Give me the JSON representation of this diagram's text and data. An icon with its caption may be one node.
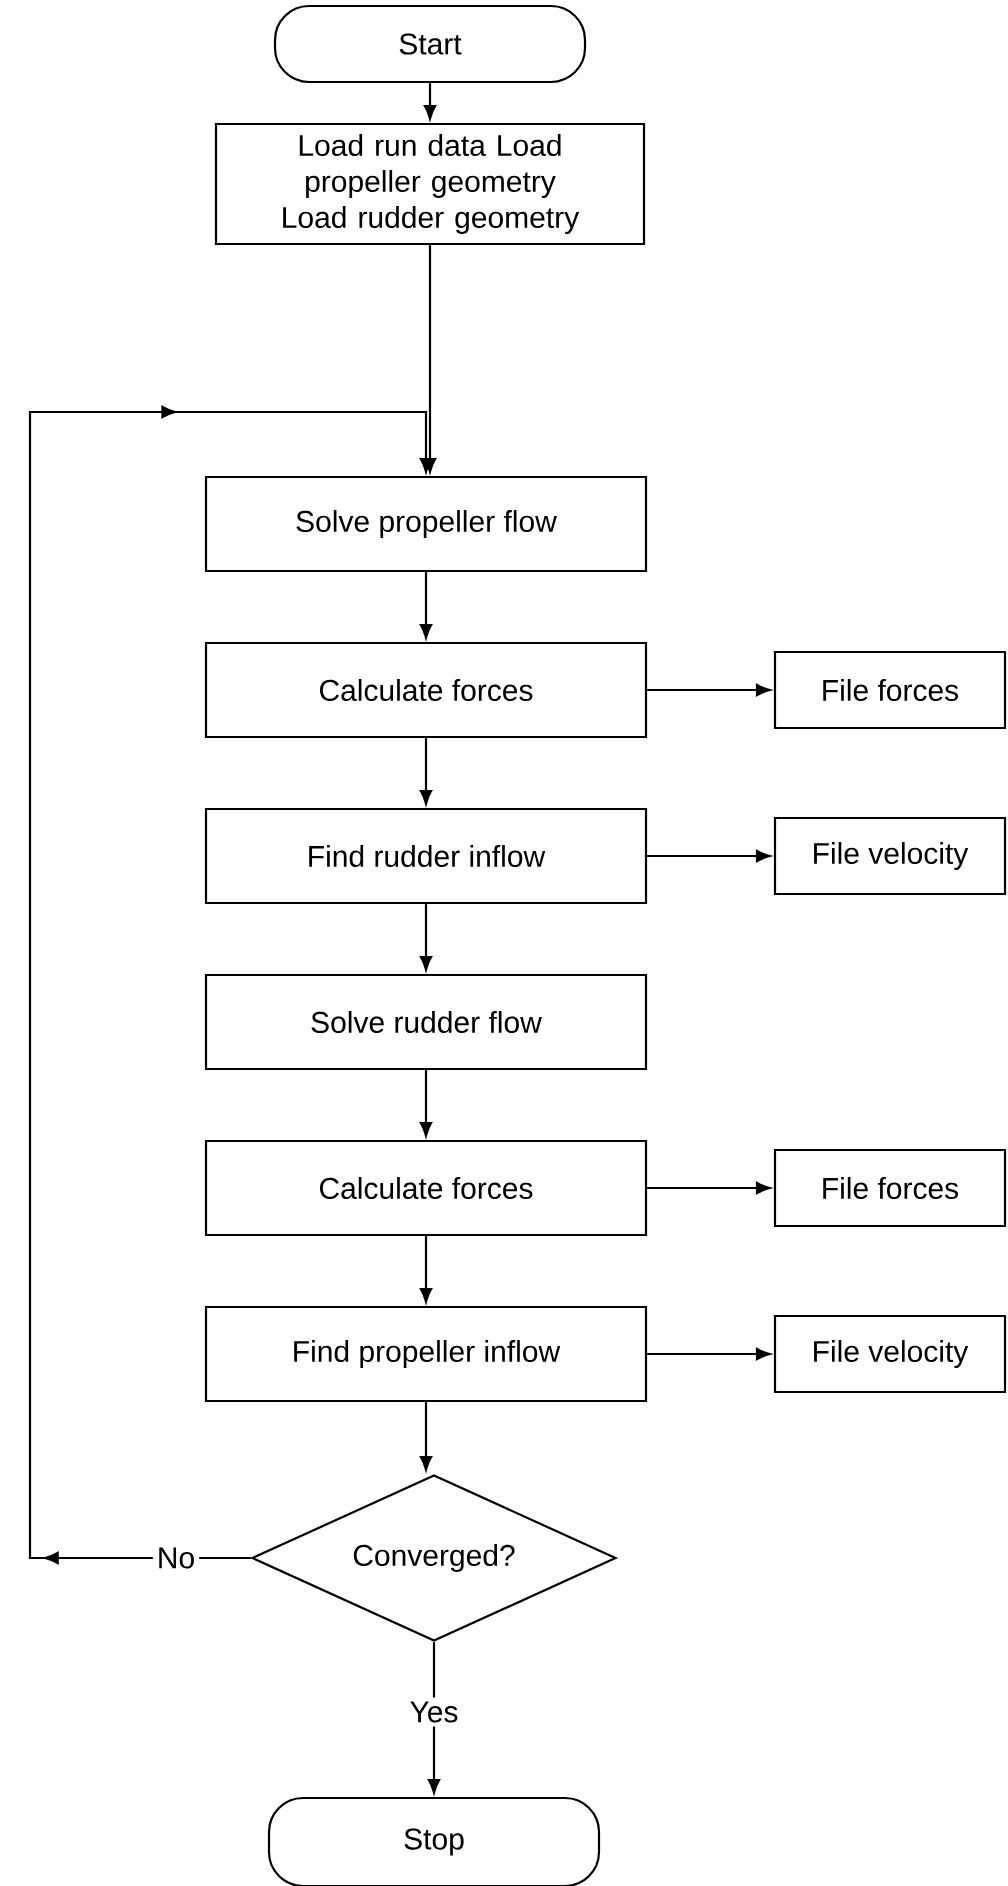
{
  "diagram": {
    "nodes": [
      {
        "text": [
          "Start"
        ]
      },
      {
        "text": [
          "Load run data Load propeller geometry Load rudder geometry"
        ]
      },
      {
        "text": [
          "Solve propeller flow"
        ]
      },
      {
        "text": [
          "Calculate forces"
        ]
      },
      {
        "text": [
          "File forces"
        ]
      },
      {
        "text": [
          "Find rudder inflow"
        ]
      },
      {
        "text": [
          "File velocity"
        ]
      },
      {
        "text": [
          "Solve rudder flow"
        ]
      },
      {
        "text": [
          "Calculate forces"
        ]
      },
      {
        "text": [
          "File forces"
        ]
      },
      {
        "text": [
          "Find propeller inflow"
        ]
      },
      {
        "text": [
          "File velocity"
        ]
      },
      {
        "text": [
          "Converged?"
        ]
      },
      {
        "text": [
          "Stop"
        ]
      }
    ],
    "edges": [
      {
        "from": 0,
        "to": 1,
        "arrow": "to"
      },
      {
        "from": 1,
        "to": 2,
        "arrow": "to"
      },
      {
        "from": 2,
        "to": 3,
        "arrow": "to"
      },
      {
        "from": 3,
        "to": 4,
        "arrow": "to"
      },
      {
        "from": 3,
        "to": 5,
        "arrow": "to"
      },
      {
        "from": 5,
        "to": 6,
        "arrow": "to"
      },
      {
        "from": 5,
        "to": 7,
        "arrow": "to"
      },
      {
        "from": 7,
        "to": 8,
        "arrow": "to"
      },
      {
        "from": 8,
        "to": 9,
        "arrow": "to"
      },
      {
        "from": 8,
        "to": 10,
        "arrow": "to"
      },
      {
        "from": 10,
        "to": 11,
        "arrow": "to"
      },
      {
        "from": 10,
        "to": 12,
        "arrow": "to"
      },
      {
        "from": 12,
        "to": 2,
        "arrow": "to",
        "label": "No"
      },
      {
        "from": 12,
        "to": 13,
        "arrow": "to",
        "label": "Yes"
      }
    ]
  }
}
